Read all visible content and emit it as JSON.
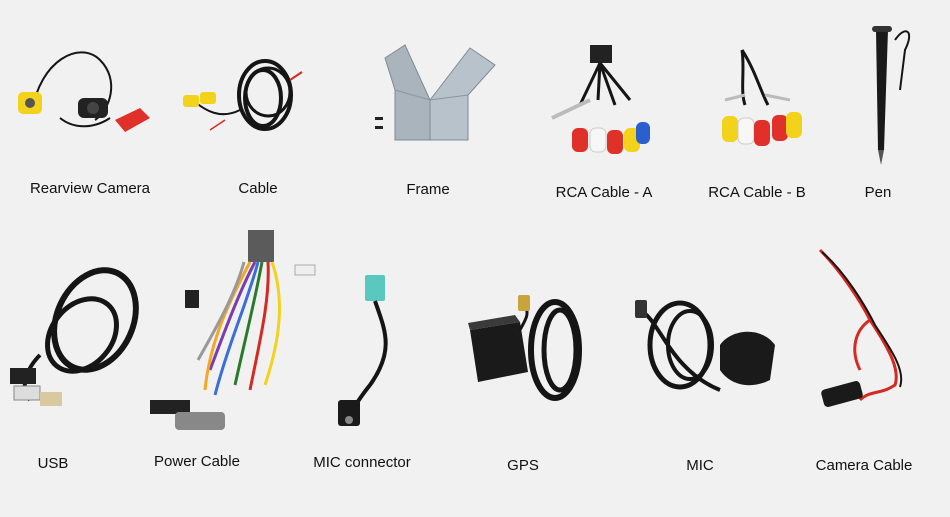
{
  "items": [
    {
      "label": "Rearview Camera",
      "icon": "rearview-camera-icon"
    },
    {
      "label": "Cable",
      "icon": "cable-icon"
    },
    {
      "label": "Frame",
      "icon": "frame-icon"
    },
    {
      "label": "RCA Cable - A",
      "icon": "rca-cable-icon"
    },
    {
      "label": "RCA Cable - B",
      "icon": "rca-cable-icon"
    },
    {
      "label": "Pen",
      "icon": "stylus-pen-icon"
    },
    {
      "label": "USB",
      "icon": "usb-cable-icon"
    },
    {
      "label": "Power Cable",
      "icon": "power-harness-icon"
    },
    {
      "label": "MIC connector",
      "icon": "mic-connector-icon"
    },
    {
      "label": "GPS",
      "icon": "gps-antenna-icon"
    },
    {
      "label": "MIC",
      "icon": "microphone-icon"
    },
    {
      "label": "Camera Cable",
      "icon": "camera-cable-icon"
    }
  ],
  "colors": {
    "background": "#f1f1f1",
    "cable": "#151515",
    "rca_yellow": "#f2d21a",
    "rca_red": "#e0302a",
    "rca_white": "#f7f7f7",
    "rca_blue": "#2a5fd0",
    "frame_metal": "#a9b4bd",
    "red_wire": "#d42a22"
  }
}
